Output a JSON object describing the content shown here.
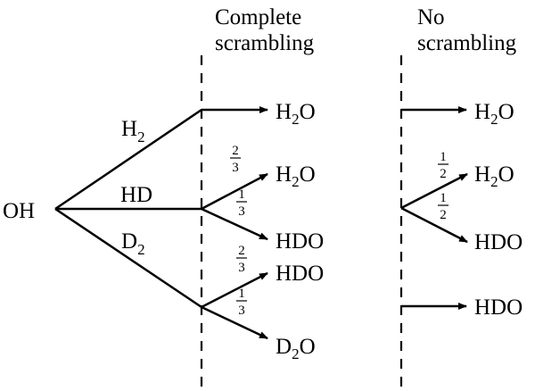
{
  "headers": {
    "complete": [
      "Complete",
      "scrambling"
    ],
    "none": [
      "No",
      "scrambling"
    ]
  },
  "reactant": "OH",
  "reagents": {
    "h2": {
      "base": "H",
      "sub": "2"
    },
    "hd": {
      "base": "HD",
      "sub": ""
    },
    "d2": {
      "base": "D",
      "sub": "2"
    }
  },
  "complete_scrambling": {
    "h2_product": {
      "pre": "H",
      "sub": "2",
      "post": "O"
    },
    "hd_products": [
      {
        "pre": "H",
        "sub": "2",
        "post": "O",
        "fraction": {
          "num": "2",
          "den": "3"
        }
      },
      {
        "pre": "HDO",
        "sub": "",
        "post": "",
        "fraction": {
          "num": "1",
          "den": "3"
        }
      }
    ],
    "d2_products": [
      {
        "pre": "HDO",
        "sub": "",
        "post": "",
        "fraction": {
          "num": "2",
          "den": "3"
        }
      },
      {
        "pre": "D",
        "sub": "2",
        "post": "O",
        "fraction": {
          "num": "1",
          "den": "3"
        }
      }
    ]
  },
  "no_scrambling": {
    "h2_product": {
      "pre": "H",
      "sub": "2",
      "post": "O"
    },
    "hd_products": [
      {
        "pre": "H",
        "sub": "2",
        "post": "O",
        "fraction": {
          "num": "1",
          "den": "2"
        }
      },
      {
        "pre": "HDO",
        "sub": "",
        "post": "",
        "fraction": {
          "num": "1",
          "den": "2"
        }
      }
    ],
    "d2_product": {
      "pre": "HDO",
      "sub": "",
      "post": ""
    }
  }
}
